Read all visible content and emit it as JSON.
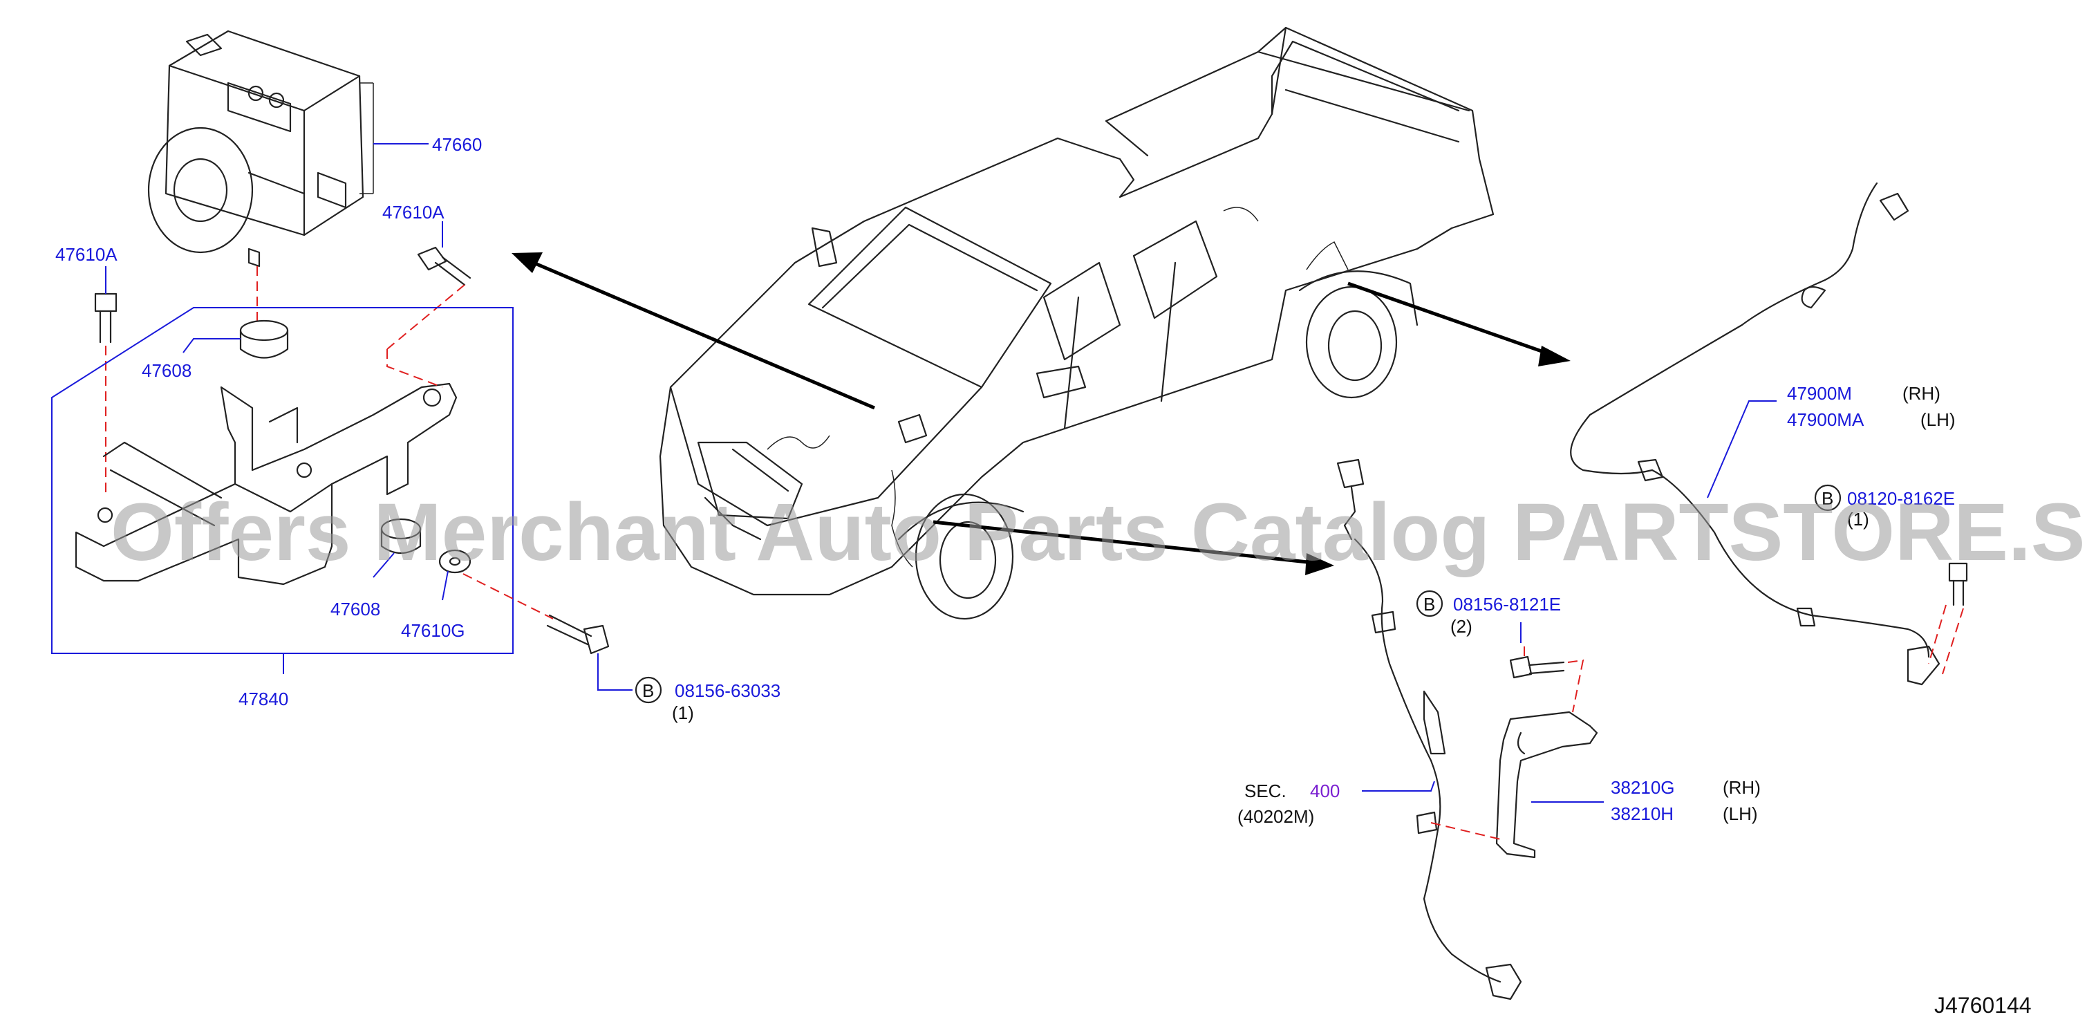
{
  "diagram_id": "J4760144",
  "watermark": "Offers Merchant Auto Parts Catalog PARTSTORE.SA",
  "sec_reference": {
    "prefix": "SEC.",
    "number": "400",
    "sub": "(40202M)"
  },
  "labels": {
    "p47660": "47660",
    "p47610A_right": "47610A",
    "p47610A_left": "47610A",
    "p47608_top": "47608",
    "p47608_bottom": "47608",
    "p47610G": "47610G",
    "p47840": "47840",
    "bolt_front_marker": "B",
    "bolt_front": "08156-63033",
    "bolt_front_qty": "(1)",
    "bolt_mid_marker": "B",
    "bolt_mid": "08156-8121E",
    "bolt_mid_qty": "(2)",
    "bolt_rear_marker": "B",
    "bolt_rear": "08120-8162E",
    "bolt_rear_qty": "(1)",
    "p47900M": "47900M",
    "p47900M_side": "(RH)",
    "p47900MA": "47900MA",
    "p47900MA_side": "(LH)",
    "p38210G": "38210G",
    "p38210G_side": "(RH)",
    "p38210H": "38210H",
    "p38210H_side": "(LH)"
  },
  "colors": {
    "part_number": "#1a1adb",
    "section_number": "#7a1fd1",
    "guide_line": "#e02020"
  }
}
